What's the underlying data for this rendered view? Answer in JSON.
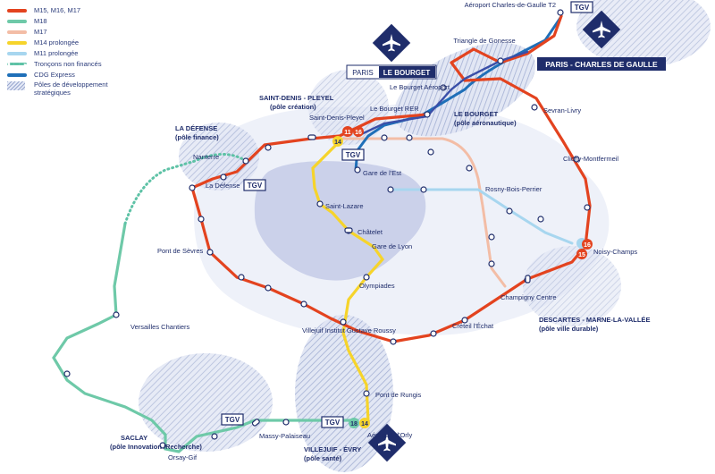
{
  "legend": [
    {
      "label": "M15, M16, M17",
      "color": "#e3431f",
      "style": "solid"
    },
    {
      "label": "M18",
      "color": "#6ec9a8",
      "style": "solid"
    },
    {
      "label": "M17",
      "color": "#f3bda6",
      "style": "solid"
    },
    {
      "label": "M14 prolongée",
      "color": "#f6d42b",
      "style": "solid"
    },
    {
      "label": "M11 prolongée",
      "color": "#a7d6ef",
      "style": "solid"
    },
    {
      "label": "Tronçons non financés",
      "color": "#5ec2a6",
      "style": "dotted"
    },
    {
      "label": "CDG Express",
      "color": "#1f6fb8",
      "style": "solid"
    },
    {
      "label": "Pôles de développement stratégiques",
      "color": "#9aa8cf",
      "style": "hatch"
    }
  ],
  "colors": {
    "ink": "#1f2d6b",
    "red": "#e3431f",
    "green": "#6ec9a8",
    "pink": "#f3bda6",
    "yellow": "#f6d42b",
    "lightblue": "#a7d6ef",
    "cdg": "#1f6fb8",
    "m16_blue": "#3a4fa8",
    "paris": "#c7cde9",
    "suburb": "#e6eaf6"
  },
  "airports": {
    "le_bourget": {
      "city": "PARIS",
      "name": "LE BOURGET"
    },
    "cdg": {
      "label": "PARIS - CHARLES DE GAULLE"
    }
  },
  "badges": {
    "tgv": "TGV",
    "line11": "11",
    "line14": "14",
    "line15": "15",
    "line16": "16",
    "line18": "18"
  },
  "stations": [
    {
      "id": "cdg2",
      "label": "Aéroport Charles-de-Gaulle T2"
    },
    {
      "id": "gonesse",
      "label": "Triangle de Gonesse"
    },
    {
      "id": "bourget_aero",
      "label": "Le Bourget Aéroport"
    },
    {
      "id": "bourget_rer",
      "label": "Le Bourget RER"
    },
    {
      "id": "sevran",
      "label": "Sevran-Livry"
    },
    {
      "id": "clichy",
      "label": "Clichy-Montfermeil"
    },
    {
      "id": "sdp",
      "label": "Saint-Denis-Pleyel"
    },
    {
      "id": "gare_est",
      "label": "Gare de l'Est"
    },
    {
      "id": "rosny",
      "label": "Rosny-Bois-Perrier"
    },
    {
      "id": "noisy",
      "label": "Noisy-Champs"
    },
    {
      "id": "champigny",
      "label": "Champigny Centre"
    },
    {
      "id": "creteil",
      "label": "Créteil l'Échat"
    },
    {
      "id": "nanterre",
      "label": "Nanterre"
    },
    {
      "id": "ladefense",
      "label": "La Défense"
    },
    {
      "id": "saint_lazare",
      "label": "Saint-Lazare"
    },
    {
      "id": "chatelet",
      "label": "Châtelet"
    },
    {
      "id": "gare_lyon",
      "label": "Gare de Lyon"
    },
    {
      "id": "olympiades",
      "label": "Olympiades"
    },
    {
      "id": "pont_sevres",
      "label": "Pont de Sèvres"
    },
    {
      "id": "versailles",
      "label": "Versailles Chantiers"
    },
    {
      "id": "villejuif_ig",
      "label": "Villejuif Institut Gustave Roussy"
    },
    {
      "id": "pont_rungis",
      "label": "Pont de Rungis"
    },
    {
      "id": "orly",
      "label": "Aéroport d'Orly"
    },
    {
      "id": "massy",
      "label": "Massy-Palaiseau"
    },
    {
      "id": "orsay",
      "label": "Orsay-Gif"
    }
  ],
  "poles": [
    {
      "id": "sdp_pole",
      "title": "SAINT-DENIS - PLEYEL",
      "sub": "(pôle création)"
    },
    {
      "id": "defense_pole",
      "title": "LA DÉFENSE",
      "sub": "(pôle finance)"
    },
    {
      "id": "bourget_pole",
      "title": "LE BOURGET",
      "sub": "(pôle aéronautique)"
    },
    {
      "id": "descartes_pole",
      "title": "DESCARTES - MARNE-LA-VALLÉE",
      "sub": "(pôle ville durable)"
    },
    {
      "id": "saclay_pole",
      "title": "SACLAY",
      "sub": "(pôle Innovation /Recherche)"
    },
    {
      "id": "villejuif_pole",
      "title": "VILLEJUIF - ÉVRY",
      "sub": "(pôle santé)"
    }
  ]
}
